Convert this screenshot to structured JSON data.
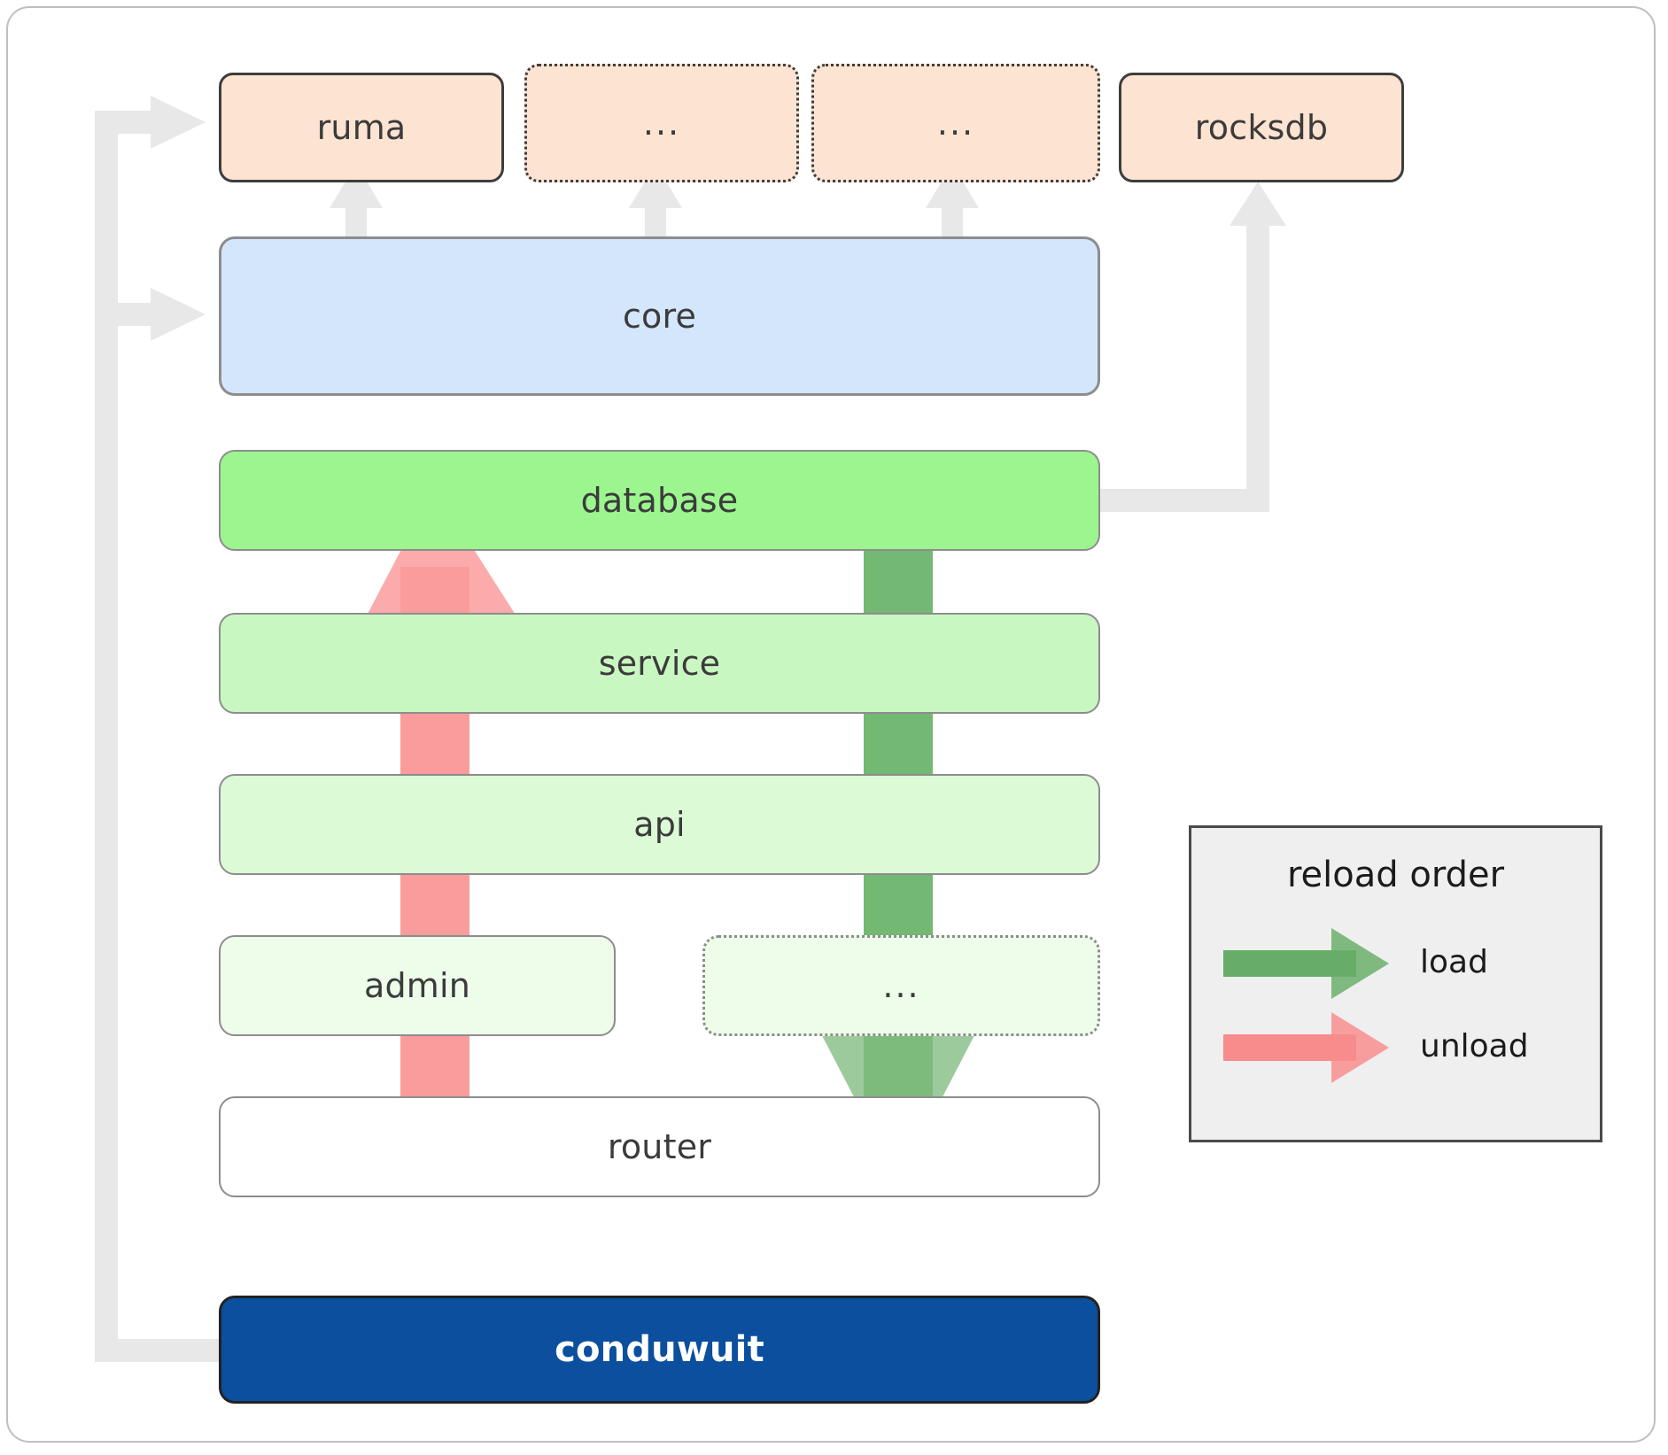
{
  "diagram": {
    "title_hidden": "conduwuit layered architecture / reload order",
    "dependencies": [
      {
        "id": "ruma",
        "label": "ruma",
        "style": "solid"
      },
      {
        "id": "dep-ellipsis-1",
        "label": "...",
        "style": "dotted"
      },
      {
        "id": "dep-ellipsis-2",
        "label": "...",
        "style": "dotted"
      },
      {
        "id": "rocksdb",
        "label": "rocksdb",
        "style": "solid"
      }
    ],
    "core": {
      "id": "core",
      "label": "core"
    },
    "layers": [
      {
        "id": "database",
        "label": "database",
        "style": "solid"
      },
      {
        "id": "service",
        "label": "service",
        "style": "solid"
      },
      {
        "id": "api",
        "label": "api",
        "style": "solid"
      },
      {
        "id": "admin",
        "label": "admin",
        "style": "solid"
      },
      {
        "id": "layer-ellipsis",
        "label": "...",
        "style": "dotted"
      },
      {
        "id": "router",
        "label": "router",
        "style": "solid"
      }
    ],
    "app": {
      "id": "conduwuit",
      "label": "conduwuit"
    },
    "legend": {
      "title": "reload order",
      "entries": [
        {
          "id": "load",
          "label": "load",
          "color": "#4fa14f"
        },
        {
          "id": "unload",
          "label": "unload",
          "color": "#f98080"
        }
      ]
    },
    "colors": {
      "dependency_fill": "#fde3d1",
      "dependency_stroke": "#3d3d3d",
      "core_fill": "#d4e6fb",
      "core_stroke": "#8d8d8d",
      "layer_stroke": "#8d8d8d",
      "app_fill": "#0b4f9e",
      "app_text": "#ffffff",
      "connector": "#e8e8e8",
      "load_arrow": "#4fa14f",
      "unload_arrow": "#f98080",
      "legend_fill": "#efefef",
      "legend_stroke": "#4a4a4a",
      "frame_stroke": "#bfbfbf",
      "text": "#3b3b3b"
    },
    "layer_fills": [
      "#9cf58f",
      "#c9f7c1",
      "#ddfad7",
      "#edfdea",
      "#edfdea",
      "#ffffff"
    ]
  }
}
